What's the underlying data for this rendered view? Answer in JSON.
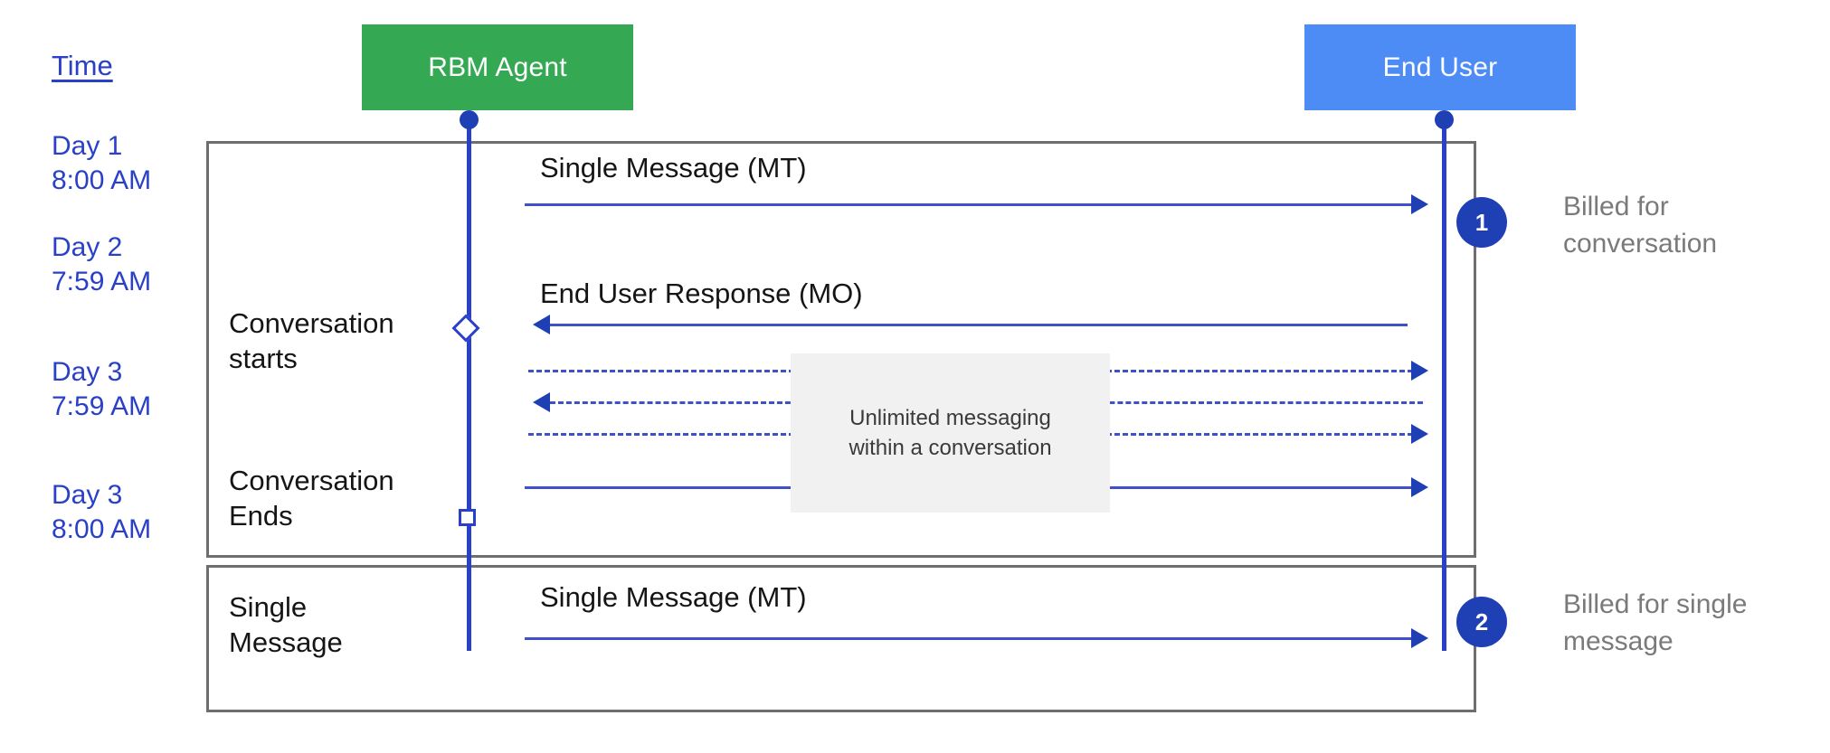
{
  "diagram": {
    "title_column": "Time",
    "actors": [
      {
        "id": "rbm-agent",
        "label": "RBM Agent",
        "color": "#34a853"
      },
      {
        "id": "end-user",
        "label": "End User",
        "color": "#4d8bf5"
      }
    ],
    "time_labels": [
      {
        "id": "day1-8am",
        "text": "Day 1\n8:00 AM"
      },
      {
        "id": "day2-759am",
        "text": "Day 2\n7:59 AM"
      },
      {
        "id": "day3-759am",
        "text": "Day 3\n7:59 AM"
      },
      {
        "id": "day3-8am",
        "text": "Day 3\n8:00 AM"
      }
    ],
    "step_labels": [
      {
        "id": "conversation-starts",
        "text": "Conversation\nstarts"
      },
      {
        "id": "conversation-ends",
        "text": "Conversation\nEnds"
      },
      {
        "id": "single-message",
        "text": "Single\nMessage"
      }
    ],
    "messages": [
      {
        "id": "mt-1",
        "label": "Single Message (MT)",
        "direction": "right",
        "style": "solid"
      },
      {
        "id": "mo-1",
        "label": "End User Response (MO)",
        "direction": "left",
        "style": "solid"
      },
      {
        "id": "unlimited-1",
        "label": "",
        "direction": "right",
        "style": "dashed"
      },
      {
        "id": "unlimited-2",
        "label": "",
        "direction": "left",
        "style": "dashed"
      },
      {
        "id": "unlimited-3",
        "label": "",
        "direction": "right",
        "style": "dashed"
      },
      {
        "id": "mt-last",
        "label": "",
        "direction": "right",
        "style": "solid"
      },
      {
        "id": "mt-2",
        "label": "Single Message (MT)",
        "direction": "right",
        "style": "solid"
      }
    ],
    "note": {
      "text": "Unlimited messaging\nwithin a conversation"
    },
    "callouts": [
      {
        "id": "callout-1",
        "number": "1",
        "caption": "Billed for\nconversation"
      },
      {
        "id": "callout-2",
        "number": "2",
        "caption": "Billed for single\nmessage"
      }
    ],
    "colors": {
      "agent": "#34a853",
      "user": "#4d8bf5",
      "arrow": "#3f51c8",
      "badge": "#1f3fb5",
      "time_text": "#2a40c8",
      "rect_border": "#6e6e6e",
      "note_bg": "#f1f1f1",
      "caption_text": "#7a7a7a"
    }
  }
}
